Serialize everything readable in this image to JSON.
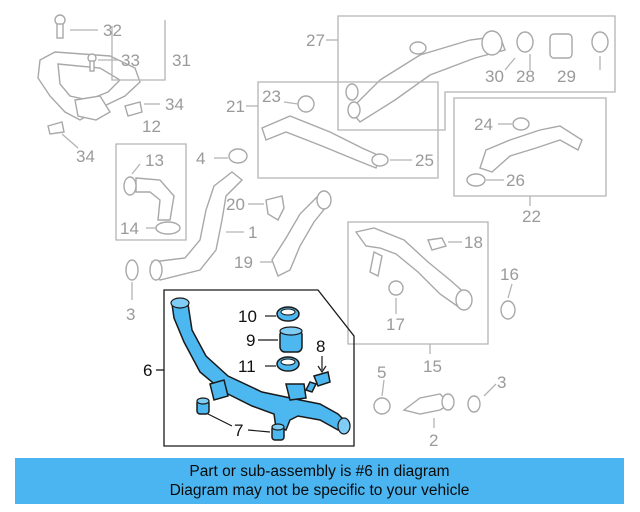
{
  "diagram": {
    "labels": {
      "n32": "32",
      "n33": "33",
      "n31": "31",
      "n34a": "34",
      "n12": "12",
      "n34b": "34",
      "n27": "27",
      "n30": "30",
      "n28": "28",
      "n29": "29",
      "n21": "21",
      "n23": "23",
      "n25": "25",
      "n24": "24",
      "n26": "26",
      "n22": "22",
      "n13": "13",
      "n14": "14",
      "n4": "4",
      "n1": "1",
      "n20": "20",
      "n19": "19",
      "n18": "18",
      "n17": "17",
      "n16": "16",
      "n15": "15",
      "n3a": "3",
      "n10": "10",
      "n9": "9",
      "n11": "11",
      "n8": "8",
      "n6": "6",
      "n7": "7",
      "n5": "5",
      "n3b": "3",
      "n2": "2"
    },
    "highlight_color": "#4db8f0"
  },
  "banner": {
    "line1": "Part or sub-assembly is #6 in diagram",
    "line2": "Diagram may not be specific to your vehicle",
    "background": "#4ab5f0"
  }
}
